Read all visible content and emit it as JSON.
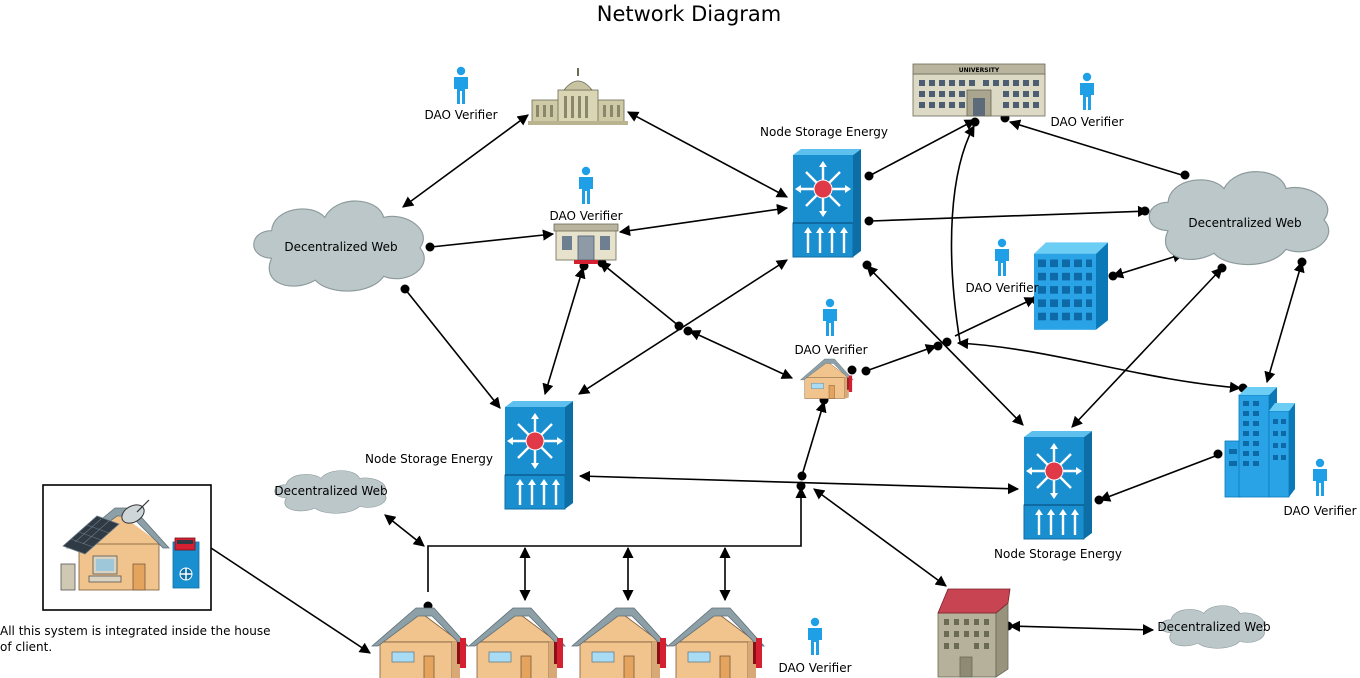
{
  "title": "Network Diagram",
  "labels": {
    "dao_verifier": "DAO Verifier",
    "node_storage_energy": "Node Storage Energy",
    "decentralized_web": "Decentralized Web",
    "university_sign": "UNIVERSITY",
    "client_caption_line1": "All this system is integrated inside the house",
    "client_caption_line2": "of client."
  },
  "icons": {
    "person": "person-icon",
    "government": "government-building-icon",
    "university": "university-building-icon",
    "shop": "shop-icon",
    "server": "network-switch-icon",
    "cloud": "cloud-icon",
    "office": "office-building-icon",
    "house": "house-icon",
    "smart_house": "smart-house-icon",
    "apartment": "apartment-building-icon"
  },
  "colors": {
    "switch": "#1a8fd0",
    "switch_dark": "#0c6ea5",
    "switch_core": "#e03a48",
    "person": "#1e9fe6",
    "cloud": "#bcc7c9",
    "building_blue": "#2aa3e6",
    "house_wall": "#f1c48e",
    "roof": "#8da0a8",
    "apartment_roof": "#c84452"
  }
}
